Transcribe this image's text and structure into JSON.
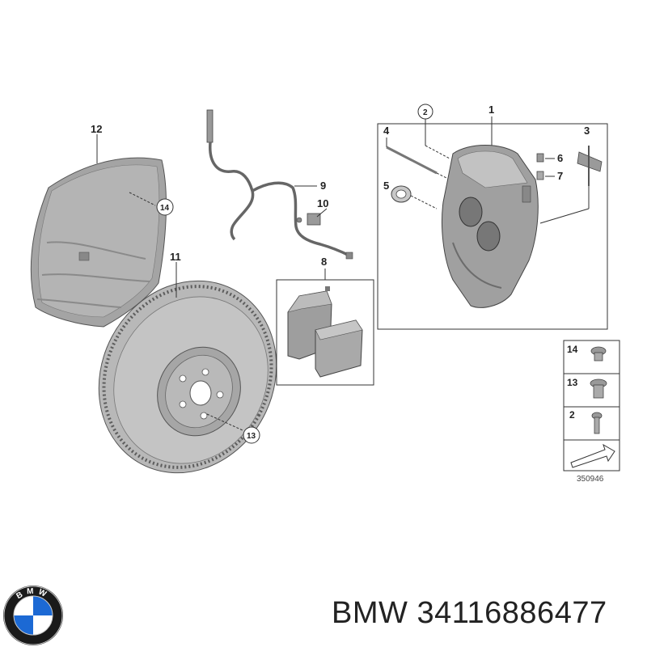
{
  "callouts": {
    "c1": "1",
    "c2": "2",
    "c3": "3",
    "c4": "4",
    "c5": "5",
    "c6": "6",
    "c7": "7",
    "c8": "8",
    "c9": "9",
    "c10": "10",
    "c11": "11",
    "c12": "12",
    "c13_circled": "13",
    "c14_circled": "14"
  },
  "legend": {
    "items": [
      {
        "num": "14"
      },
      {
        "num": "13"
      },
      {
        "num": "2"
      }
    ],
    "drawing_number": "350946"
  },
  "caption": {
    "brand": "BMW",
    "part_number": "34116886477"
  },
  "logo": {
    "letters": "BMW",
    "colors": {
      "ring": "#1a1a1a",
      "blue": "#1c69d4",
      "white": "#ffffff",
      "silver": "#c8c8c8"
    }
  },
  "colors": {
    "part_fill": "#a9a9a9",
    "part_dark": "#7d7d7d",
    "part_light": "#cfcfcf",
    "line": "#333333"
  }
}
